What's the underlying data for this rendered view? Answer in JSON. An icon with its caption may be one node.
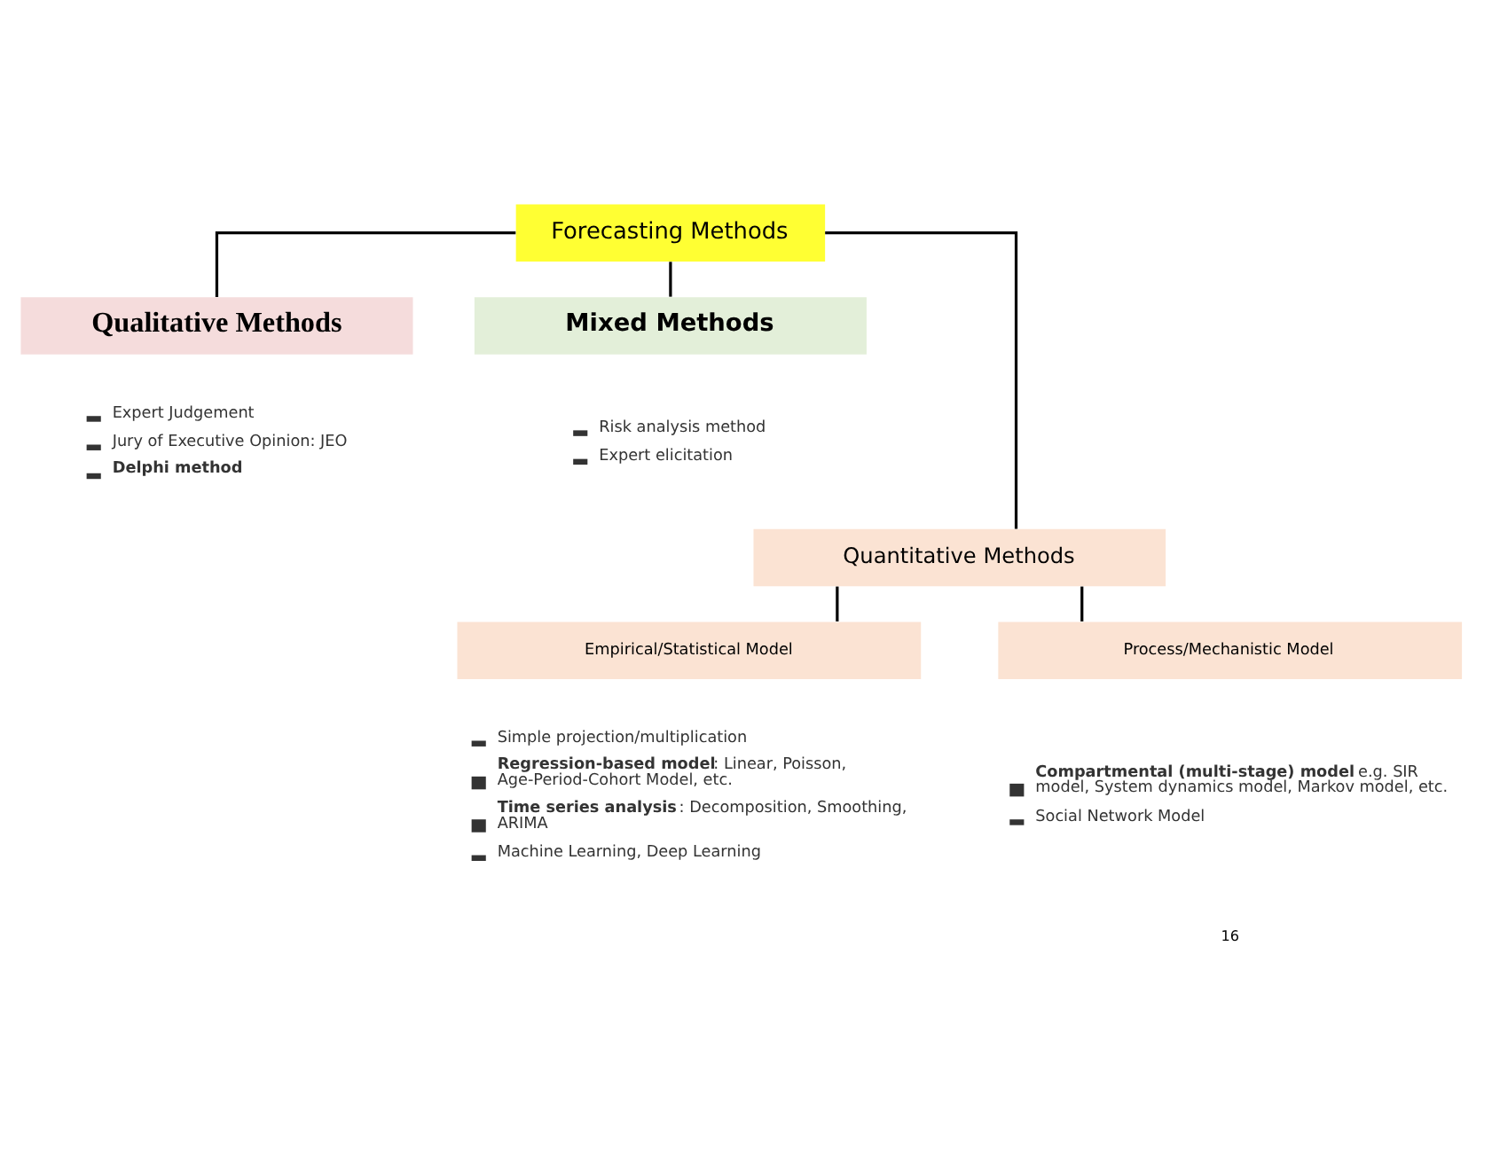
{
  "diagram": {
    "nodes": [
      {
        "text": [
          "Forecasting Methods"
        ]
      },
      {
        "text": [
          "Qualitative Methods"
        ],
        "beside": [
          "Expert Judgement",
          "Jury of Executive Opinion: JEO",
          "Delphi method"
        ]
      },
      {
        "text": [
          "Mixed Methods"
        ],
        "beside": [
          "Risk analysis method",
          "Expert elicitation"
        ]
      },
      {
        "text": [
          "Quantitative Methods"
        ]
      },
      {
        "text": [
          "Empirical/Statistical Model"
        ],
        "beside": [
          "Simple projection/multiplication",
          "**Regression-based model**: Linear, Poisson, Age-Period-Cohort Model, etc.",
          "**Time series analysis**: Decomposition, Smoothing, ARIMA",
          "Machine Learning, Deep Learning"
        ]
      },
      {
        "text": [
          "Process/Mechanistic Model"
        ],
        "beside": [
          "**Compartmental (multi-stage) model** e.g. SIR model, System dynamics model, Markov model, etc.",
          "Social Network Model"
        ]
      }
    ],
    "edges": [
      {
        "from": 0,
        "to": 1,
        "arrow": "none"
      },
      {
        "from": 0,
        "to": 2,
        "arrow": "none"
      },
      {
        "from": 0,
        "to": 3,
        "arrow": "none"
      },
      {
        "from": 3,
        "to": 4,
        "arrow": "none"
      },
      {
        "from": 3,
        "to": 5,
        "arrow": "none"
      }
    ],
    "labels": [
      "16"
    ]
  }
}
